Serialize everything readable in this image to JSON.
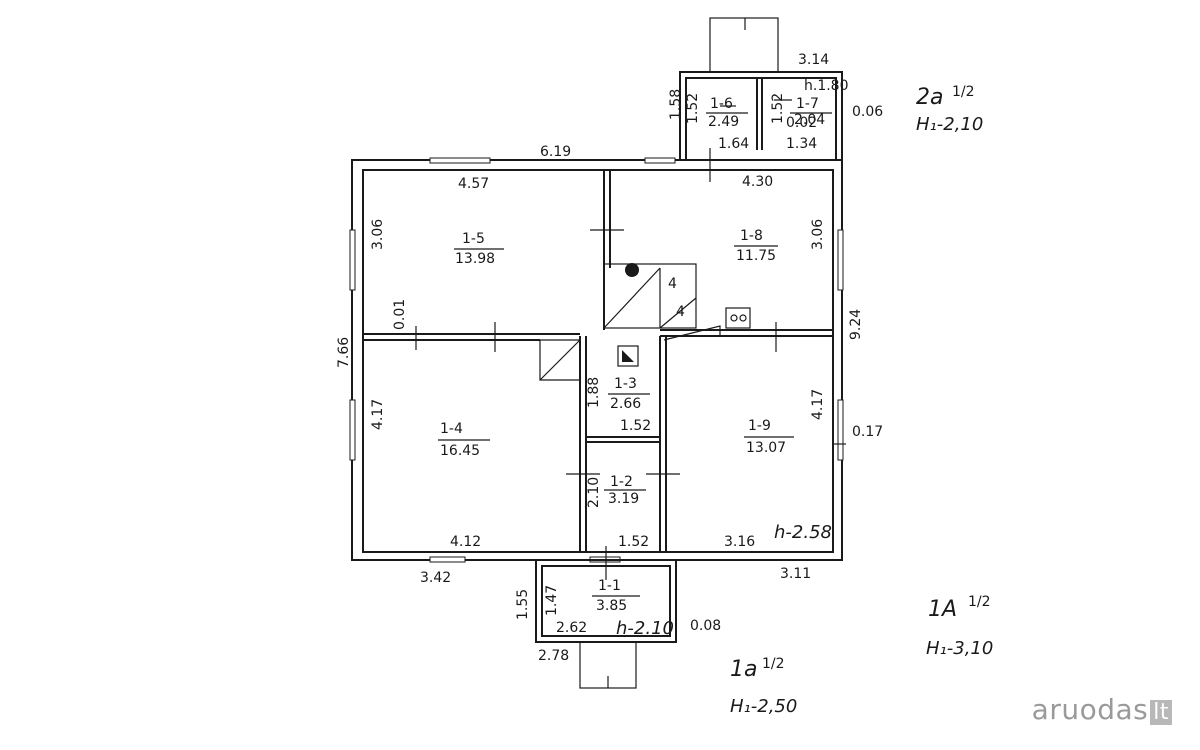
{
  "watermark": {
    "text": "aruodas",
    "suffix": "lt"
  },
  "rooms": [
    {
      "id": "1-1",
      "area": "3.85"
    },
    {
      "id": "1-2",
      "area": "3.19"
    },
    {
      "id": "1-3",
      "area": "2.66"
    },
    {
      "id": "1-4",
      "area": "16.45"
    },
    {
      "id": "1-5",
      "area": "13.98"
    },
    {
      "id": "1-6",
      "area": "2.49"
    },
    {
      "id": "1-7",
      "area": "2.04"
    },
    {
      "id": "1-8",
      "area": "11.75"
    },
    {
      "id": "1-9",
      "area": "13.07"
    }
  ],
  "dimensions": {
    "d314": "3.14",
    "h180": "h.1.80",
    "d006": "0.06",
    "d158": "1.58",
    "d152a": "1.52",
    "d152b": "1.52",
    "d002": "0.02",
    "d134": "1.34",
    "d164": "1.64",
    "d619": "6.19",
    "d457": "4.57",
    "d430": "4.30",
    "d306a": "3.06",
    "d306b": "3.06",
    "d001": "0.01",
    "d766": "7.66",
    "d924": "9.24",
    "d188": "1.88",
    "d152c": "1.52",
    "d417a": "4.17",
    "d417b": "4.17",
    "d017": "0.17",
    "d210": "2.10",
    "d412": "4.12",
    "d152d": "1.52",
    "d316": "3.16",
    "h258": "h-2.58",
    "d342": "3.42",
    "d311": "3.11",
    "d155": "1.55",
    "d147": "1.47",
    "d262": "2.62",
    "h210": "h-2.10",
    "d008": "0.08",
    "d278": "2.78"
  },
  "labels": {
    "t2a": "2a",
    "t2a_frac": "1/2",
    "t2a_h": "H₁-2,10",
    "t1A": "1A",
    "t1A_frac": "1/2",
    "t1A_h": "H₁-3,10",
    "t1a": "1a",
    "t1a_frac": "1/2",
    "t1a_h": "H₁-2,50"
  },
  "symbols": {
    "stair_a": "4",
    "stair_b": "4"
  }
}
